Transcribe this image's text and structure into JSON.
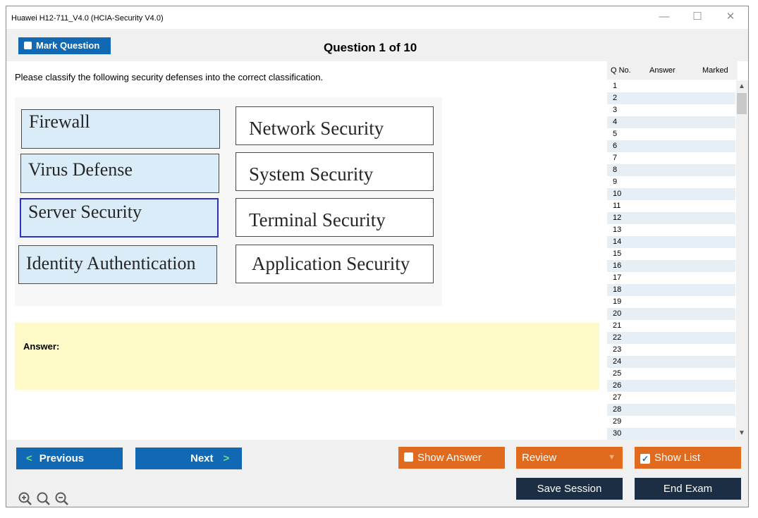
{
  "window": {
    "title": "Huawei H12-711_V4.0 (HCIA-Security V4.0)",
    "minimize": "—",
    "maximize": "☐",
    "close": "✕"
  },
  "toolbar": {
    "mark_label": "Mark Question",
    "question_counter": "Question 1 of 10"
  },
  "question": {
    "prompt": "Please classify the following security defenses into the correct classification.",
    "left_items": [
      "Firewall",
      "Virus Defense",
      "Server Security",
      "Identity Authentication"
    ],
    "right_items": [
      "Network Security",
      "System Security",
      "Terminal Security",
      "Application Security"
    ]
  },
  "answer": {
    "label": "Answer:"
  },
  "qlist": {
    "headers": [
      "Q No.",
      "Answer",
      "Marked"
    ],
    "rows": [
      "1",
      "2",
      "3",
      "4",
      "5",
      "6",
      "7",
      "8",
      "9",
      "10",
      "11",
      "12",
      "13",
      "14",
      "15",
      "16",
      "17",
      "18",
      "19",
      "20",
      "21",
      "22",
      "23",
      "24",
      "25",
      "26",
      "27",
      "28",
      "29",
      "30"
    ]
  },
  "buttons": {
    "previous": "Previous",
    "next": "Next",
    "show_answer": "Show Answer",
    "review": "Review",
    "show_list": "Show List",
    "save_session": "Save Session",
    "end_exam": "End Exam"
  },
  "colors": {
    "primary_blue": "#1169b3",
    "orange": "#e06a1e",
    "dark": "#1b2e43",
    "answer_bg": "#fefac8"
  },
  "icons": [
    "zoom-in-icon",
    "zoom-reset-icon",
    "zoom-out-icon"
  ]
}
